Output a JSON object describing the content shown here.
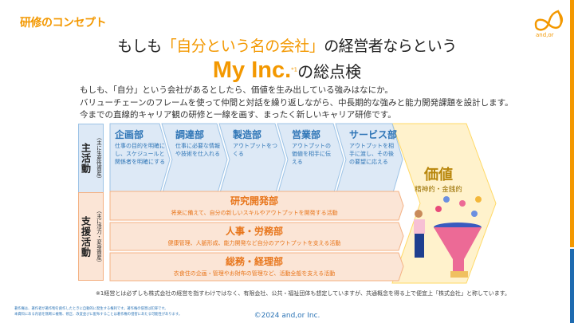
{
  "section_title": "研修のコンセプト",
  "logo_text": "and,or",
  "headline": {
    "pre": "もしも",
    "highlight": "「自分という名の会社」",
    "post": "の経営者ならという"
  },
  "subheadline": {
    "brand": "My Inc.",
    "note_mark": "*1",
    "post": "の総点検"
  },
  "intro": [
    "もしも、「自分」という会社があるとしたら、価値を生み出している強みはなにか。",
    "バリューチェーンのフレームを使って仲間と対話を繰り返しながら、中長期的な強みと能力開発課題を設計します。",
    "今までの直線的キャリア観の研修と一線を画す、まったく新しいキャリア研修です。"
  ],
  "primary": {
    "label": "主活動",
    "sub": "（主に生産性資産）",
    "depts": [
      {
        "name": "企画部",
        "desc": "仕事の目的を明確にし、スケジュールと関係者を明確にする"
      },
      {
        "name": "調達部",
        "desc": "仕事に必要な情報や技術を仕入れる"
      },
      {
        "name": "製造部",
        "desc": "アウトプットをつくる"
      },
      {
        "name": "営業部",
        "desc": "アウトプットの価値を相手に伝える"
      },
      {
        "name": "サービス部",
        "desc": "アウトプットを相手に渡し、その後の要望に応える"
      }
    ]
  },
  "support": {
    "label": "支援活動",
    "sub": "（主に活力・変身資産）",
    "depts": [
      {
        "name": "研究開発部",
        "desc": "将来に備えて、自分の新しいスキルやアウトプットを開発する活動"
      },
      {
        "name": "人事・労務部",
        "desc": "健康管理、人脈形成、能力開発など自分のアウトプットを支える活動"
      },
      {
        "name": "総務・経理部",
        "desc": "衣食住の企画・管理やお財布の管理など、活動全般を支える活動"
      }
    ]
  },
  "value": {
    "title": "価値",
    "sub": "精神的・金銭的"
  },
  "footnote": "※1経営とは必ずしも株式会社の経営を指すわけではなく、有限会社、公共・福祉団体も想定していますが、共通概念を得る上で便宜上「株式会社」と称しています。",
  "legal": [
    "著作権は、著作者が著作物を創作したときに自動的に発生する権利です。著作権の侵害は犯罪です。",
    "本資料にある内容を無断に複製、修正、改変並びに配布することは著作権の侵害にあたる可能性があります。"
  ],
  "copyright": "©2024 and,or Inc.",
  "colors": {
    "accent": "#f39800",
    "blue": "#2e75b6",
    "blue_fill": "#dde9f6",
    "orange_fill": "#fbe5d6",
    "yellow_fill": "#fff2cc"
  }
}
